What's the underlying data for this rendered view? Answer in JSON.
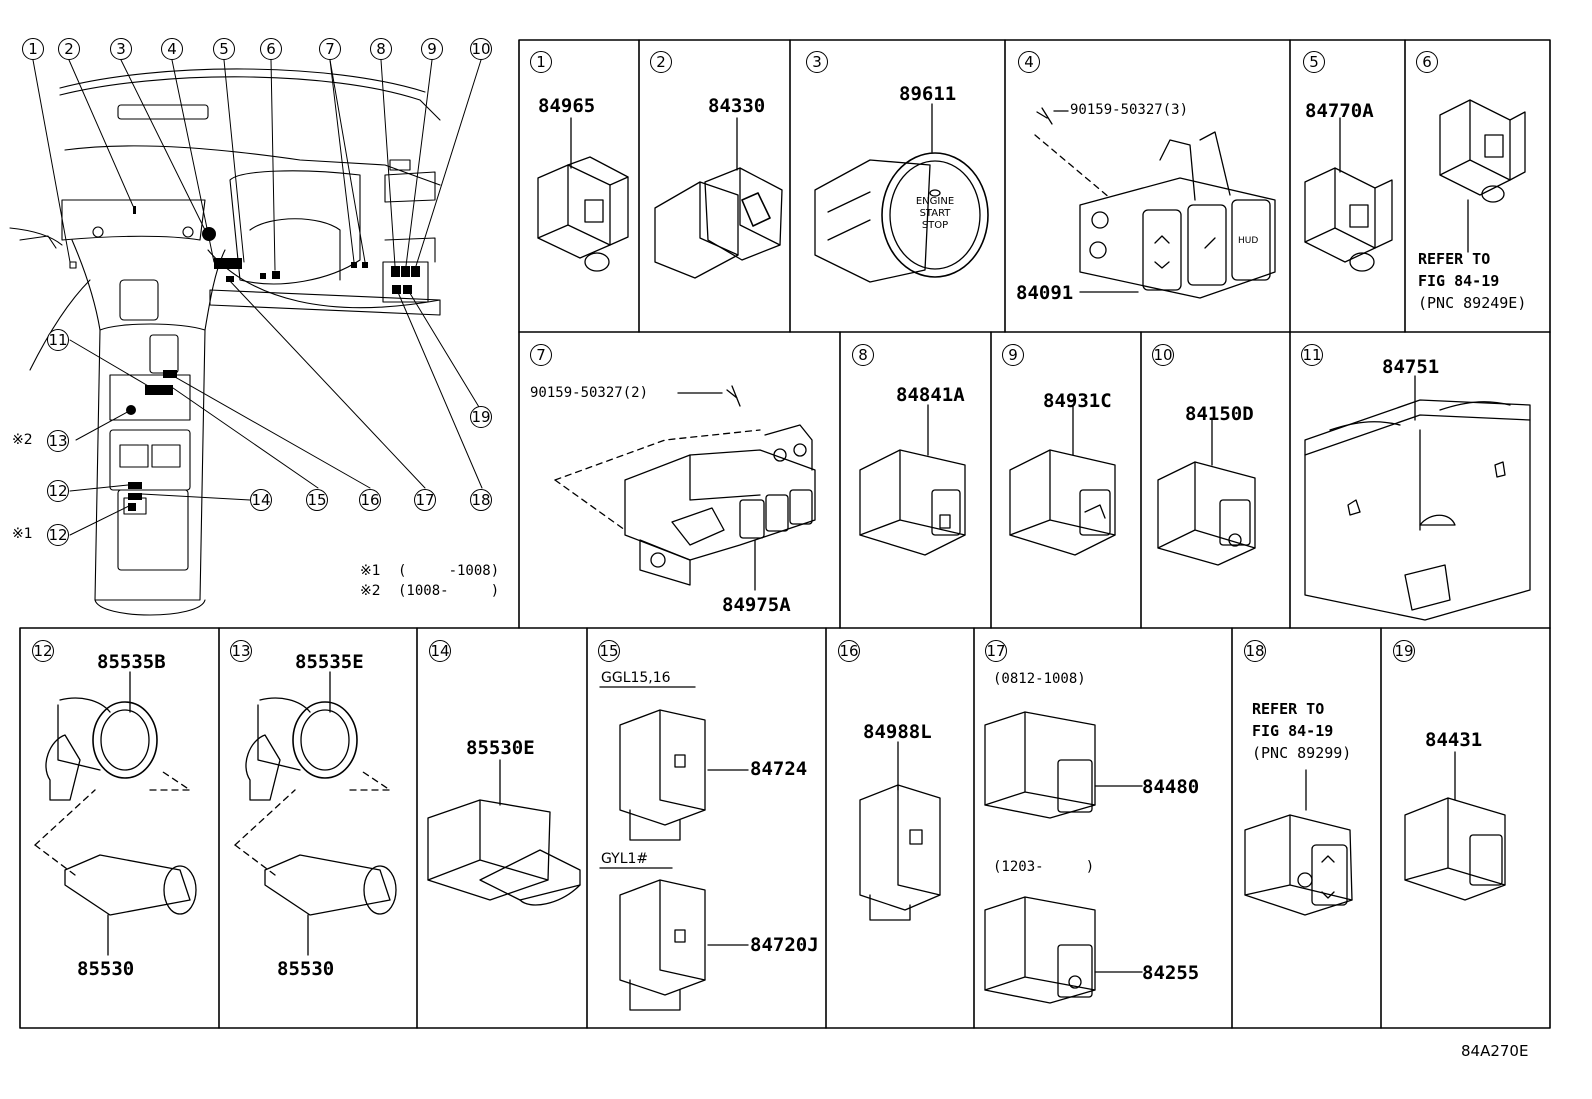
{
  "overview": {
    "callouts": [
      "1",
      "2",
      "3",
      "4",
      "5",
      "6",
      "7",
      "8",
      "9",
      "10",
      "11",
      "12",
      "13",
      "14",
      "15",
      "16",
      "17",
      "18",
      "19"
    ],
    "marks": {
      "m1": "※1",
      "m2": "※2"
    },
    "legend": [
      {
        "mark": "※1",
        "range": "(     -1008)"
      },
      {
        "mark": "※2",
        "range": "(1008-     )"
      }
    ]
  },
  "cells": [
    {
      "no": "1",
      "parts": [
        "84965"
      ]
    },
    {
      "no": "2",
      "parts": [
        "84330"
      ]
    },
    {
      "no": "3",
      "parts": [
        "89611"
      ],
      "button_text": [
        "ENGINE",
        "START",
        "STOP"
      ]
    },
    {
      "no": "4",
      "parts": [
        "84091"
      ],
      "bolt": "90159-50327(3)",
      "hud": "HUD"
    },
    {
      "no": "5",
      "parts": [
        "84770A"
      ]
    },
    {
      "no": "6",
      "refer": [
        "REFER TO",
        "FIG 84-19",
        "(PNC 89249E)"
      ]
    },
    {
      "no": "7",
      "parts": [
        "84975A"
      ],
      "bolt": "90159-50327(2)"
    },
    {
      "no": "8",
      "parts": [
        "84841A"
      ]
    },
    {
      "no": "9",
      "parts": [
        "84931C"
      ]
    },
    {
      "no": "10",
      "parts": [
        "84150D"
      ]
    },
    {
      "no": "11",
      "parts": [
        "84751"
      ]
    },
    {
      "no": "12",
      "parts": [
        "85535B",
        "85530"
      ]
    },
    {
      "no": "13",
      "parts": [
        "85535E",
        "85530"
      ]
    },
    {
      "no": "14",
      "parts": [
        "85530E"
      ]
    },
    {
      "no": "15",
      "variants": [
        "GGL15,16",
        "GYL1#"
      ],
      "parts": [
        "84724",
        "84720J"
      ]
    },
    {
      "no": "16",
      "parts": [
        "84988L"
      ]
    },
    {
      "no": "17",
      "dates": [
        "(0812-1008)",
        "(1203-     )"
      ],
      "parts": [
        "84480",
        "84255"
      ]
    },
    {
      "no": "18",
      "refer": [
        "REFER TO",
        "FIG 84-19",
        "(PNC 89299)"
      ]
    },
    {
      "no": "19",
      "parts": [
        "84431"
      ]
    }
  ],
  "figure_code": "84A270E"
}
